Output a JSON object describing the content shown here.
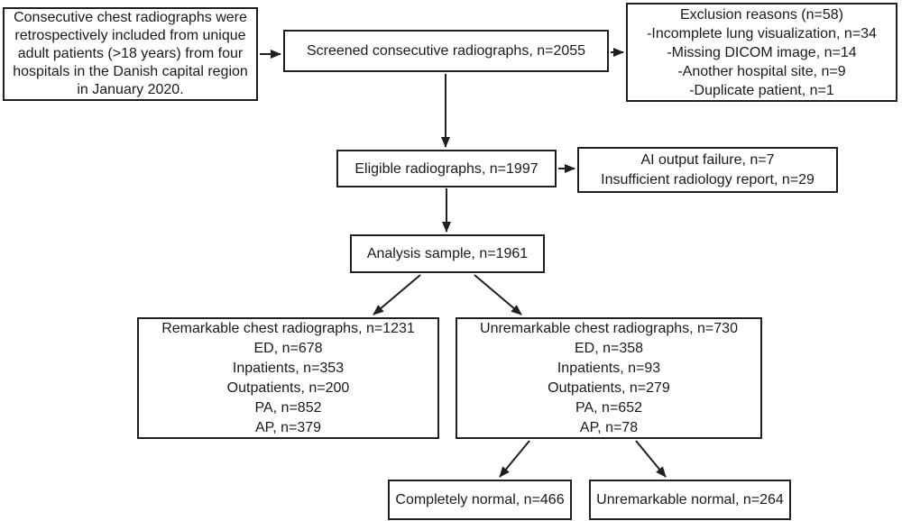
{
  "figure": {
    "kind": "study-flow-diagram",
    "colors": {
      "ink": "#1f1f1f",
      "background": "#ffffff"
    },
    "boxes": {
      "inclusion": {
        "lines": [
          "Consecutive chest radiographs were",
          "retrospectively included from unique",
          "adult patients (>18 years) from four",
          "hospitals in the Danish capital region",
          "in January 2020."
        ]
      },
      "screened": {
        "lines": [
          "Screened consecutive radiographs, n=2055"
        ]
      },
      "exclusion": {
        "lines": [
          "Exclusion reasons (n=58)",
          "-Incomplete lung visualization, n=34",
          "-Missing DICOM image, n=14",
          "-Another hospital site, n=9",
          "-Duplicate patient, n=1"
        ]
      },
      "eligible": {
        "lines": [
          "Eligible radiographs, n=1997"
        ]
      },
      "ai_failure": {
        "lines": [
          "AI output failure, n=7",
          "Insufficient radiology report, n=29"
        ]
      },
      "analysis": {
        "lines": [
          "Analysis sample, n=1961"
        ]
      },
      "remarkable": {
        "lines": [
          "Remarkable chest radiographs, n=1231",
          "ED, n=678",
          "Inpatients, n=353",
          "Outpatients, n=200",
          "PA, n=852",
          "AP, n=379"
        ]
      },
      "unremarkable": {
        "lines": [
          "Unremarkable chest radiographs, n=730",
          "ED, n=358",
          "Inpatients, n=93",
          "Outpatients, n=279",
          "PA, n=652",
          "AP, n=78"
        ]
      },
      "completely_normal": {
        "lines": [
          "Completely normal, n=466"
        ]
      },
      "unremarkable_normal": {
        "lines": [
          "Unremarkable normal, n=264"
        ]
      }
    }
  }
}
